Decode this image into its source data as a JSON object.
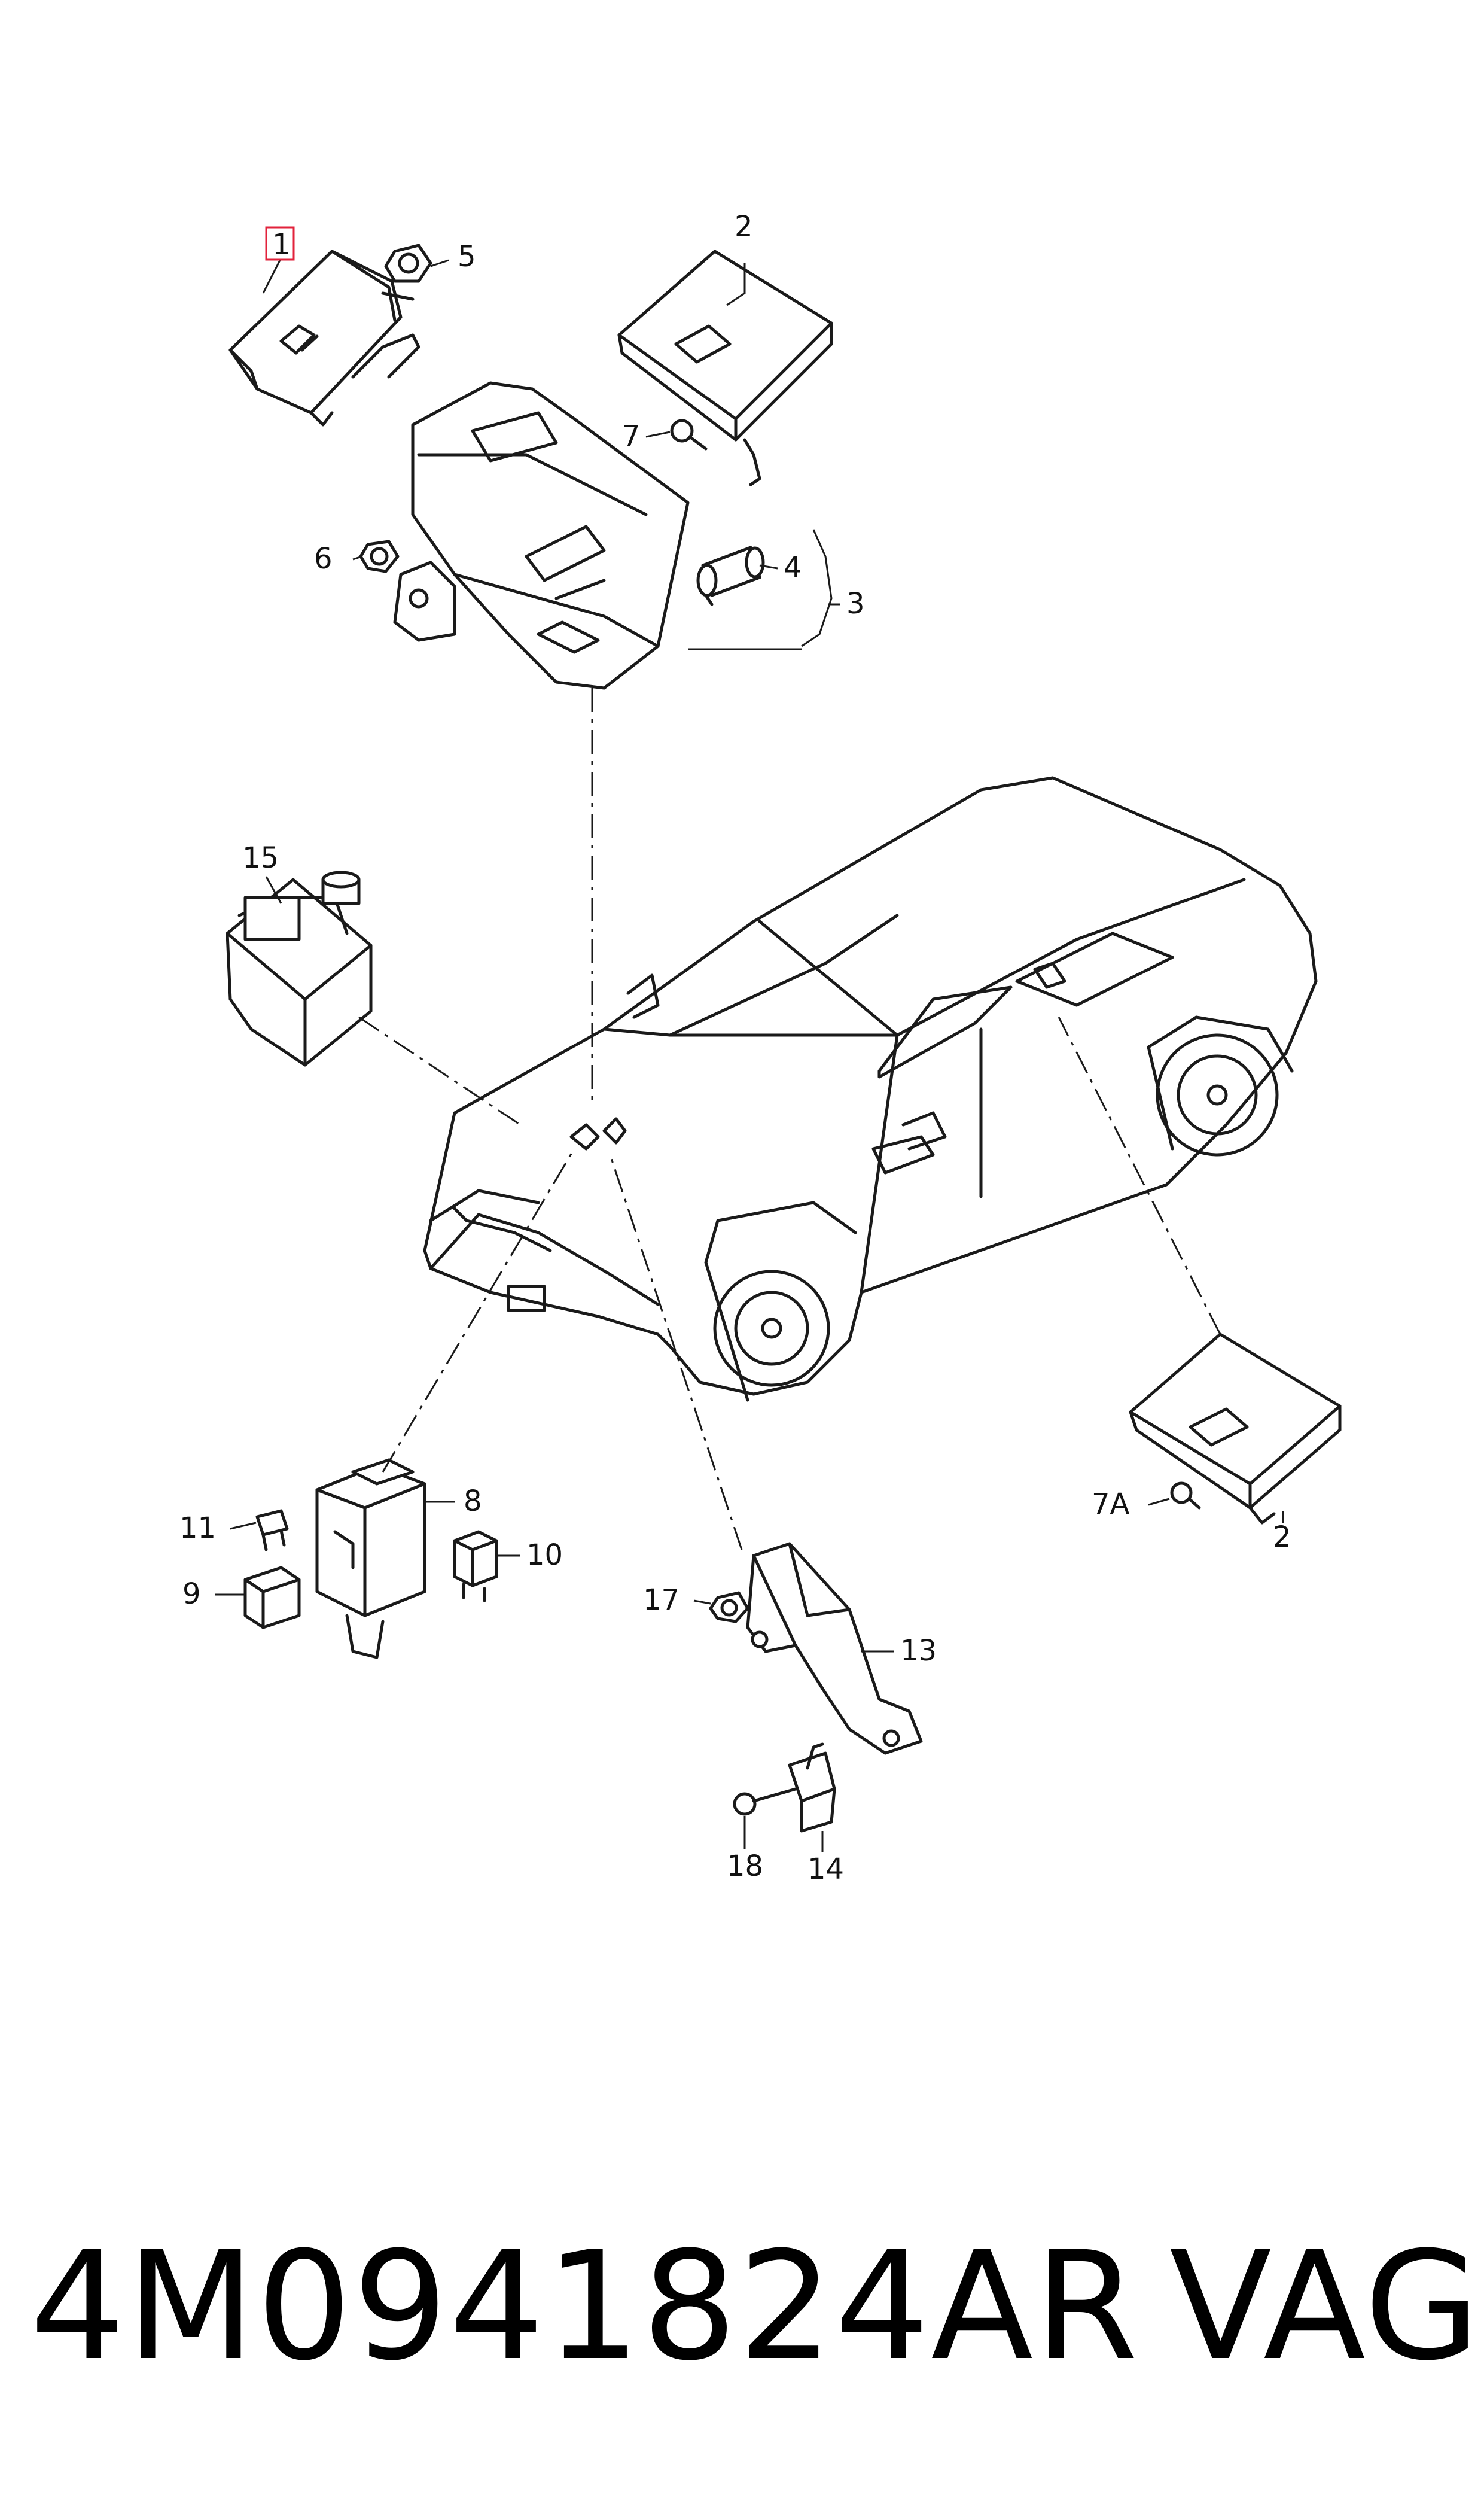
{
  "callouts": {
    "c1": "1",
    "c2": "2",
    "c2b": "2",
    "c3": "3",
    "c4": "4",
    "c5": "5",
    "c6": "6",
    "c7": "7",
    "c7a": "7A",
    "c8": "8",
    "c9": "9",
    "c10": "10",
    "c11": "11",
    "c13": "13",
    "c14": "14",
    "c15": "15",
    "c17": "17",
    "c18": "18"
  },
  "highlight_color": "#e2223b",
  "footer": {
    "part_number": "4M0941824AR",
    "brand": "VAG"
  }
}
